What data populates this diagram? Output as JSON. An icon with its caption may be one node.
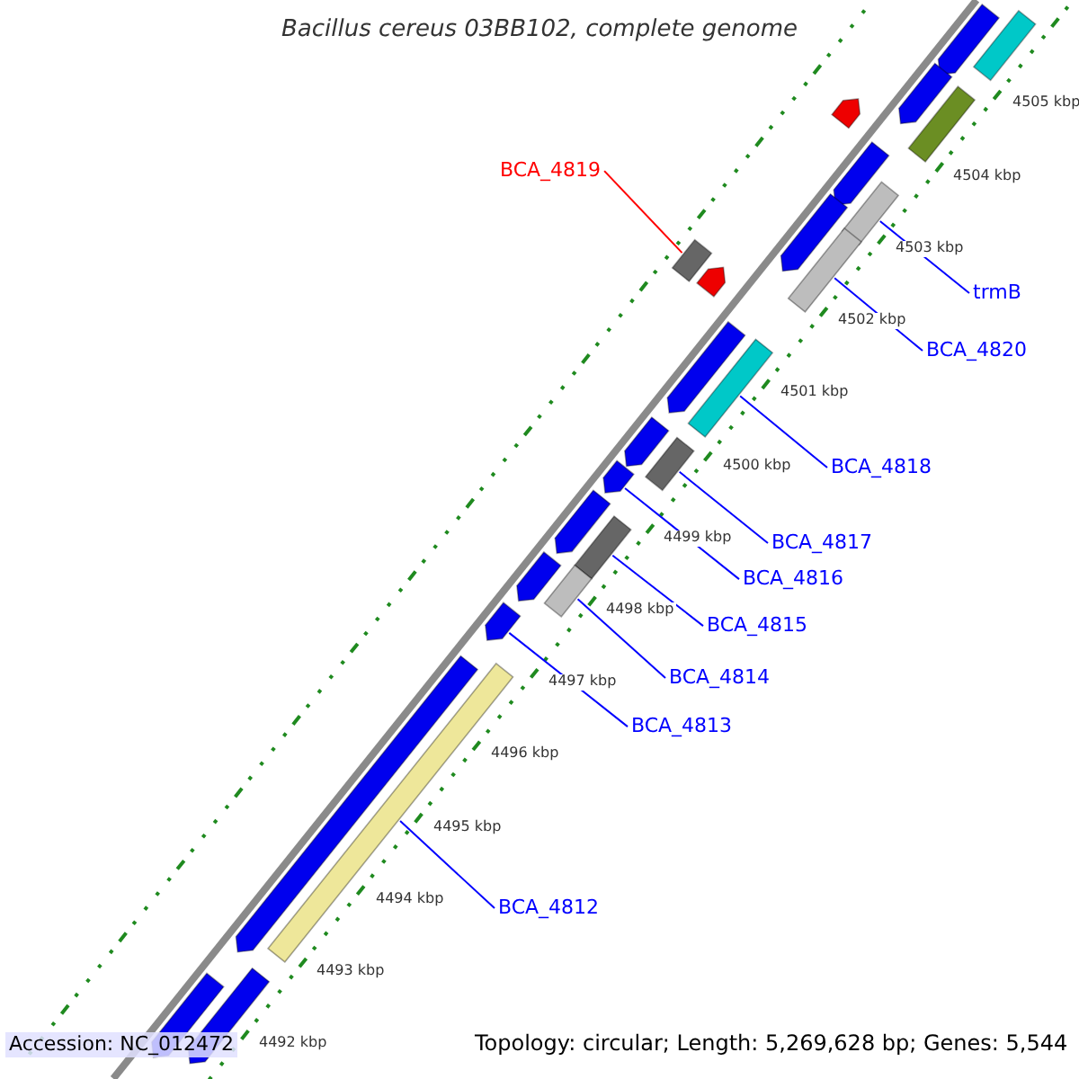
{
  "diagram": {
    "title": "Bacillus cereus 03BB102, complete genome",
    "nodes": [
      {
        "text": [
          "BCA_4819"
        ]
      },
      {
        "text": [
          "trmB"
        ]
      },
      {
        "text": [
          "BCA_4820"
        ]
      },
      {
        "text": [
          "BCA_4818"
        ]
      },
      {
        "text": [
          "BCA_4817"
        ]
      },
      {
        "text": [
          "BCA_4816"
        ]
      },
      {
        "text": [
          "BCA_4815"
        ]
      },
      {
        "text": [
          "BCA_4814"
        ]
      },
      {
        "text": [
          "BCA_4813"
        ]
      },
      {
        "text": [
          "BCA_4812"
        ]
      },
      {
        "text": [],
        "shape": "box"
      },
      {
        "text": [],
        "shape": "pentagon"
      },
      {
        "text": [],
        "shape": "pentagon"
      },
      {
        "text": [],
        "shape": "box"
      },
      {
        "text": [],
        "shape": "pentagon"
      },
      {
        "text": [],
        "shape": "pentagon"
      },
      {
        "text": [],
        "shape": "box"
      },
      {
        "text": [],
        "shape": "pentagon"
      },
      {
        "text": [],
        "shape": "box"
      },
      {
        "text": [],
        "shape": "box"
      },
      {
        "text": [],
        "shape": "pentagon"
      },
      {
        "text": [],
        "shape": "pentagon"
      },
      {
        "text": [],
        "shape": "box"
      },
      {
        "text": [],
        "shape": "pentagon"
      },
      {
        "text": [],
        "shape": "box"
      },
      {
        "text": [],
        "shape": "pentagon"
      },
      {
        "text": [],
        "shape": "pentagon"
      },
      {
        "text": [],
        "shape": "box"
      },
      {
        "text": [],
        "shape": "box"
      },
      {
        "text": [],
        "shape": "pentagon"
      },
      {
        "text": [],
        "shape": "pentagon"
      },
      {
        "text": [],
        "shape": "pentagon"
      },
      {
        "text": [],
        "shape": "box"
      },
      {
        "text": [],
        "shape": "pentagon"
      },
      {
        "text": [],
        "shape": "pentagon"
      }
    ],
    "edges": [
      {
        "from": 0,
        "to": 19,
        "arrow": "none",
        "color": "#ff0000"
      },
      {
        "from": 1,
        "to": 16,
        "arrow": "none"
      },
      {
        "from": 2,
        "to": 18,
        "arrow": "none"
      },
      {
        "from": 3,
        "to": 22,
        "arrow": "none"
      },
      {
        "from": 4,
        "to": 24,
        "arrow": "none"
      },
      {
        "from": 5,
        "to": 25,
        "arrow": "none"
      },
      {
        "from": 6,
        "to": 27,
        "arrow": "none"
      },
      {
        "from": 7,
        "to": 28,
        "arrow": "none"
      },
      {
        "from": 8,
        "to": 30,
        "arrow": "none"
      },
      {
        "from": 9,
        "to": 32,
        "arrow": "none"
      }
    ],
    "labels": [
      "4505 kbp",
      "4504 kbp",
      "4503 kbp",
      "4502 kbp",
      "4501 kbp",
      "4500 kbp",
      "4499 kbp",
      "4498 kbp",
      "4497 kbp",
      "4496 kbp",
      "4495 kbp",
      "4494 kbp",
      "4493 kbp",
      "4492 kbp",
      "Accession: NC_012472",
      "Topology: circular; Length: 5,269,628 bp; Genes: 5,544"
    ]
  }
}
